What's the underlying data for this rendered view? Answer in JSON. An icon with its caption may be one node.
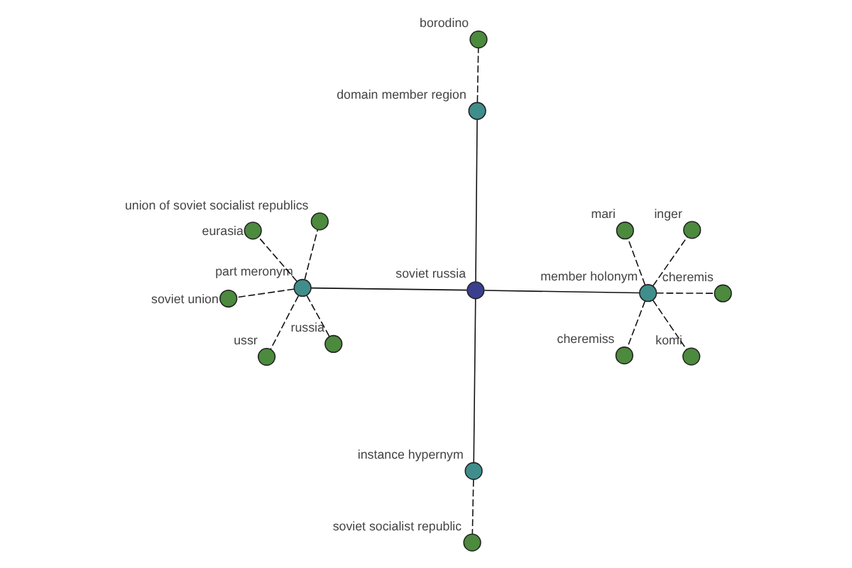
{
  "diagram": {
    "nodes": [
      {
        "text": [
          "soviet russia"
        ]
      },
      {
        "text": [
          "part meronym"
        ]
      },
      {
        "text": [
          "union of soviet socialist republics"
        ]
      },
      {
        "text": [
          "soviet union"
        ]
      },
      {
        "text": [
          "eurasia"
        ]
      },
      {
        "text": [
          "russia"
        ]
      },
      {
        "text": [
          "ussr"
        ]
      },
      {
        "text": [
          "domain member region"
        ]
      },
      {
        "text": [
          "borodino"
        ]
      },
      {
        "text": [
          "instance hypernym"
        ]
      },
      {
        "text": [
          "soviet socialist republic"
        ]
      },
      {
        "text": [
          "member holonym"
        ]
      },
      {
        "text": [
          "inger"
        ]
      },
      {
        "text": [
          "komi"
        ]
      },
      {
        "text": [
          "cheremis"
        ]
      },
      {
        "text": [
          "cheremiss"
        ]
      },
      {
        "text": [
          "mari"
        ]
      }
    ],
    "edges": [
      {
        "from": 0,
        "to": 1,
        "arrow": "none"
      },
      {
        "from": 1,
        "to": 2,
        "arrow": "none",
        "style": "dashed"
      },
      {
        "from": 1,
        "to": 3,
        "arrow": "none",
        "style": "dashed"
      },
      {
        "from": 1,
        "to": 4,
        "arrow": "none",
        "style": "dashed"
      },
      {
        "from": 1,
        "to": 5,
        "arrow": "none",
        "style": "dashed"
      },
      {
        "from": 1,
        "to": 6,
        "arrow": "none",
        "style": "dashed"
      },
      {
        "from": 0,
        "to": 7,
        "arrow": "none"
      },
      {
        "from": 7,
        "to": 8,
        "arrow": "none",
        "style": "dashed"
      },
      {
        "from": 0,
        "to": 9,
        "arrow": "none"
      },
      {
        "from": 9,
        "to": 10,
        "arrow": "none",
        "style": "dashed"
      },
      {
        "from": 0,
        "to": 11,
        "arrow": "none"
      },
      {
        "from": 11,
        "to": 12,
        "arrow": "none",
        "style": "dashed"
      },
      {
        "from": 11,
        "to": 13,
        "arrow": "none",
        "style": "dashed"
      },
      {
        "from": 11,
        "to": 14,
        "arrow": "none",
        "style": "dashed"
      },
      {
        "from": 11,
        "to": 15,
        "arrow": "none",
        "style": "dashed"
      },
      {
        "from": 11,
        "to": 16,
        "arrow": "none",
        "style": "dashed"
      }
    ]
  }
}
